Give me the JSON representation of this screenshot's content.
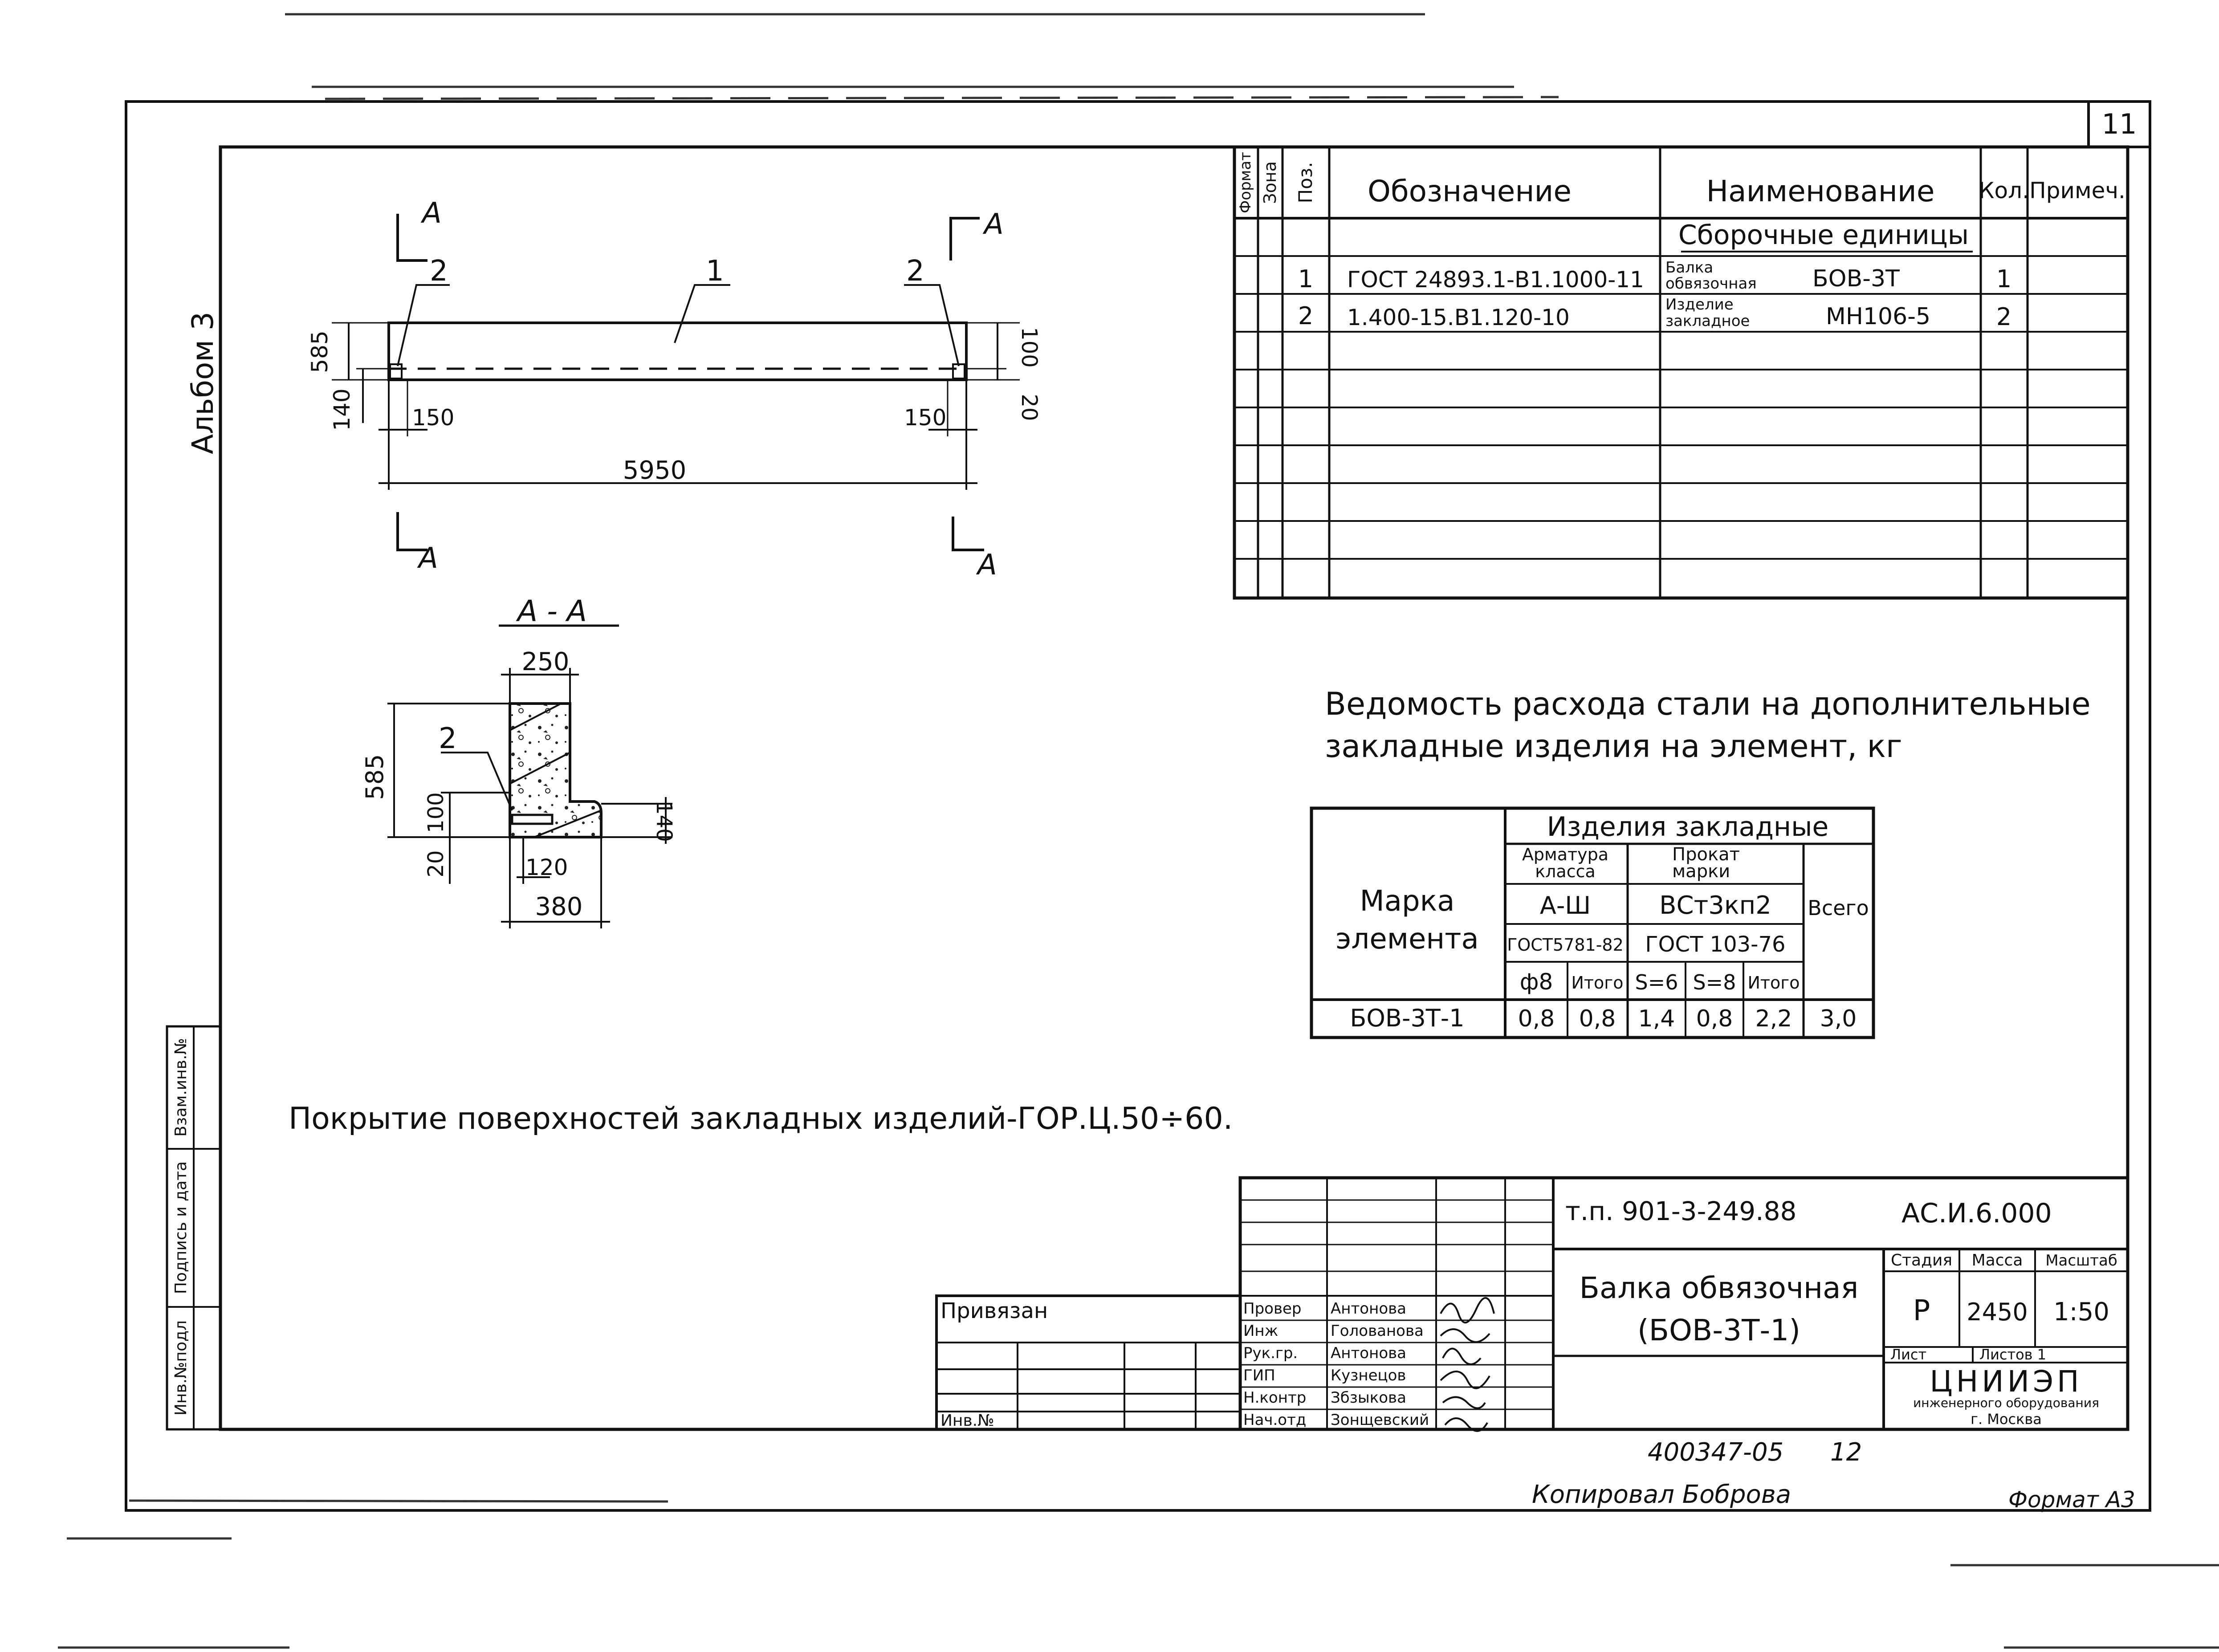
{
  "sheet_number": "11",
  "album_label": "Альбом 3",
  "side_stamp": [
    "Инв.№подл",
    "Подпись и дата",
    "Взам.инв.№"
  ],
  "elevation": {
    "section_mark": "А",
    "pos_labels": [
      "2",
      "1",
      "2"
    ],
    "dims": {
      "height": "585",
      "bottom_ledge": "140",
      "end_left": "150",
      "end_right": "150",
      "length": "5950",
      "right_top": "100",
      "right_bottom": "20"
    }
  },
  "section": {
    "title": "А - А",
    "pos_label": "2",
    "dims": {
      "top": "250",
      "height": "585",
      "ledge": "100",
      "bottom": "20",
      "inner": "120",
      "right": "140",
      "width": "380"
    }
  },
  "spec_table": {
    "headers": [
      "Формат",
      "Зона",
      "Поз.",
      "Обозначение",
      "Наименование",
      "Кол.",
      "Примеч."
    ],
    "group_title": "Сборочные единицы",
    "rows": [
      {
        "pos": "1",
        "designation": "ГОСТ 24893.1-В1.1000-11",
        "name_small_1": "Балка",
        "name_small_2": "обвязочная",
        "name_mark": "БОВ-3Т",
        "qty": "1"
      },
      {
        "pos": "2",
        "designation": "1.400-15.В1.120-10",
        "name_small_1": "Изделие",
        "name_small_2": "закладное",
        "name_mark": "МН106-5",
        "qty": "2"
      }
    ]
  },
  "steel_title": [
    "Ведомость расхода стали на дополнительные",
    "закладные изделия на элемент, кг"
  ],
  "steel_table": {
    "col_element": [
      "Марка",
      "элемента"
    ],
    "group": "Изделия закладные",
    "arm_class": [
      "Арматура",
      "класса"
    ],
    "arm_value": "А-Ш",
    "arm_gost": "ГОСТ5781-82",
    "rolled": [
      "Прокат",
      "марки"
    ],
    "rolled_value": "ВСт3кп2",
    "rolled_gost": "ГОСТ 103-76",
    "total": "Всего",
    "sub_headers": [
      "ф8",
      "Итого",
      "S=6",
      "S=8",
      "Итого"
    ],
    "row": {
      "mark": "БОВ-3Т-1",
      "values": [
        "0,8",
        "0,8",
        "1,4",
        "0,8",
        "2,2",
        "3,0"
      ]
    }
  },
  "note": "Покрытие поверхностей закладных изделий-ГОР.Ц.50÷60.",
  "title_block": {
    "project": "т.п. 901-3-249.88",
    "code": "АС.И.6.000",
    "title_1": "Балка обвязочная",
    "title_2": "(БОВ-3Т-1)",
    "stage_label": "Стадия",
    "mass_label": "Масса",
    "scale_label": "Масштаб",
    "stage": "Р",
    "mass": "2450",
    "scale": "1:50",
    "sheet_label": "Лист",
    "sheets_label": "Листов 1",
    "org": "ЦНИИЭП",
    "org_sub_1": "инженерного оборудования",
    "org_sub_2": "г. Москва",
    "bound_label": "Привязан",
    "inv_label": "Инв.№",
    "roles": [
      "Провер",
      "Инж",
      "Рук.гр.",
      "ГИП",
      "Н.контр",
      "Нач.отд"
    ],
    "names": [
      "Антонова",
      "Голованова",
      "Антонова",
      "Кузнецов",
      "Збзыкова",
      "Зонщевский"
    ]
  },
  "bottom_number": "400347-05",
  "bottom_number_2": "12",
  "copied_by": "Копировал Боброва",
  "format": "Формат А3"
}
